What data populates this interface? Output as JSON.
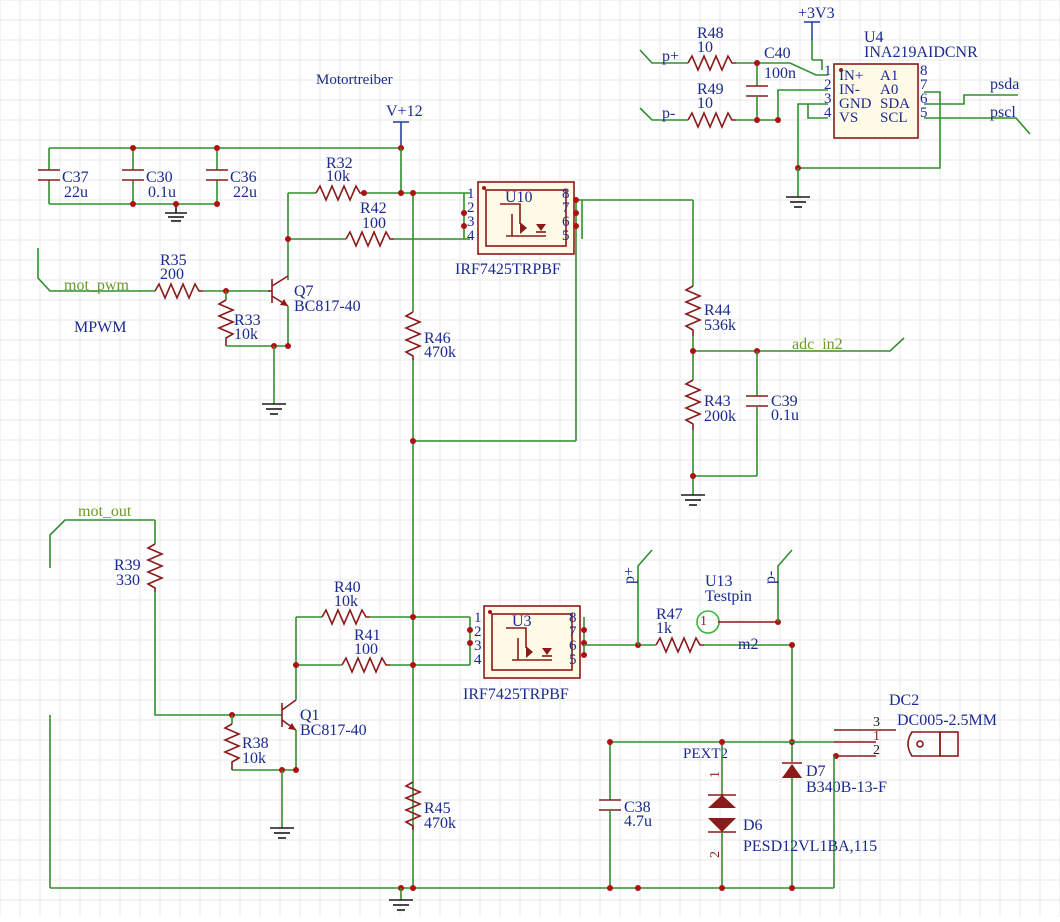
{
  "title": "Motortreiber",
  "power": {
    "v12": "V+12",
    "v3v3": "+3V3"
  },
  "nets": {
    "mot_pwm": "mot_pwm",
    "mot_out": "mot_out",
    "adc_in2": "adc_in2",
    "psda": "psda",
    "pscl": "pscl",
    "p_plus": "p+",
    "p_minus": "p-",
    "p_plus_top": "p+",
    "p_minus_top": "p-",
    "m2": "m2",
    "mpwm": "MPWM",
    "pext2": "PEXT2"
  },
  "components": {
    "R48": {
      "ref": "R48",
      "value": "10"
    },
    "R49": {
      "ref": "R49",
      "value": "10"
    },
    "C40": {
      "ref": "C40",
      "value": "100n"
    },
    "U4": {
      "ref": "U4",
      "value": "INA219AIDCNR",
      "pins_left": [
        "IN+",
        "IN-",
        "GND",
        "VS"
      ],
      "pins_right": [
        "A1",
        "A0",
        "SDA",
        "SCL"
      ],
      "pinnum_left": [
        "1",
        "2",
        "3",
        "4"
      ],
      "pinnum_right": [
        "8",
        "7",
        "6",
        "5"
      ]
    },
    "C37": {
      "ref": "C37",
      "value": "22u"
    },
    "C30": {
      "ref": "C30",
      "value": "0.1u"
    },
    "C36": {
      "ref": "C36",
      "value": "22u"
    },
    "R32": {
      "ref": "R32",
      "value": "10k"
    },
    "R42": {
      "ref": "R42",
      "value": "100"
    },
    "U10": {
      "ref": "U10",
      "value": "IRF7425TRPBF"
    },
    "R35": {
      "ref": "R35",
      "value": "200"
    },
    "Q7": {
      "ref": "Q7",
      "value": "BC817-40"
    },
    "R33": {
      "ref": "R33",
      "value": "10k"
    },
    "R46": {
      "ref": "R46",
      "value": "470k"
    },
    "R44": {
      "ref": "R44",
      "value": "536k"
    },
    "R43": {
      "ref": "R43",
      "value": "200k"
    },
    "C39": {
      "ref": "C39",
      "value": "0.1u"
    },
    "R39": {
      "ref": "R39",
      "value": "330"
    },
    "R40": {
      "ref": "R40",
      "value": "10k"
    },
    "R41": {
      "ref": "R41",
      "value": "100"
    },
    "U3": {
      "ref": "U3",
      "value": "IRF7425TRPBF"
    },
    "R47": {
      "ref": "R47",
      "value": "1k"
    },
    "U13": {
      "ref": "U13",
      "value": "Testpin"
    },
    "Q1": {
      "ref": "Q1",
      "value": "BC817-40"
    },
    "R38": {
      "ref": "R38",
      "value": "10k"
    },
    "R45": {
      "ref": "R45",
      "value": "470k"
    },
    "C38": {
      "ref": "C38",
      "value": "4.7u"
    },
    "D6": {
      "ref": "D6",
      "value": "PESD12VL1BA,115"
    },
    "D7": {
      "ref": "D7",
      "value": "B340B-13-F"
    },
    "DC2": {
      "ref": "DC2",
      "value": "DC005-2.5MM"
    }
  },
  "mosfet_pins_left": [
    "1",
    "2",
    "3",
    "4"
  ],
  "mosfet_pins_right": [
    "8",
    "7",
    "6",
    "5"
  ],
  "pin_labels": {
    "one": "1",
    "two": "2",
    "three": "3"
  }
}
